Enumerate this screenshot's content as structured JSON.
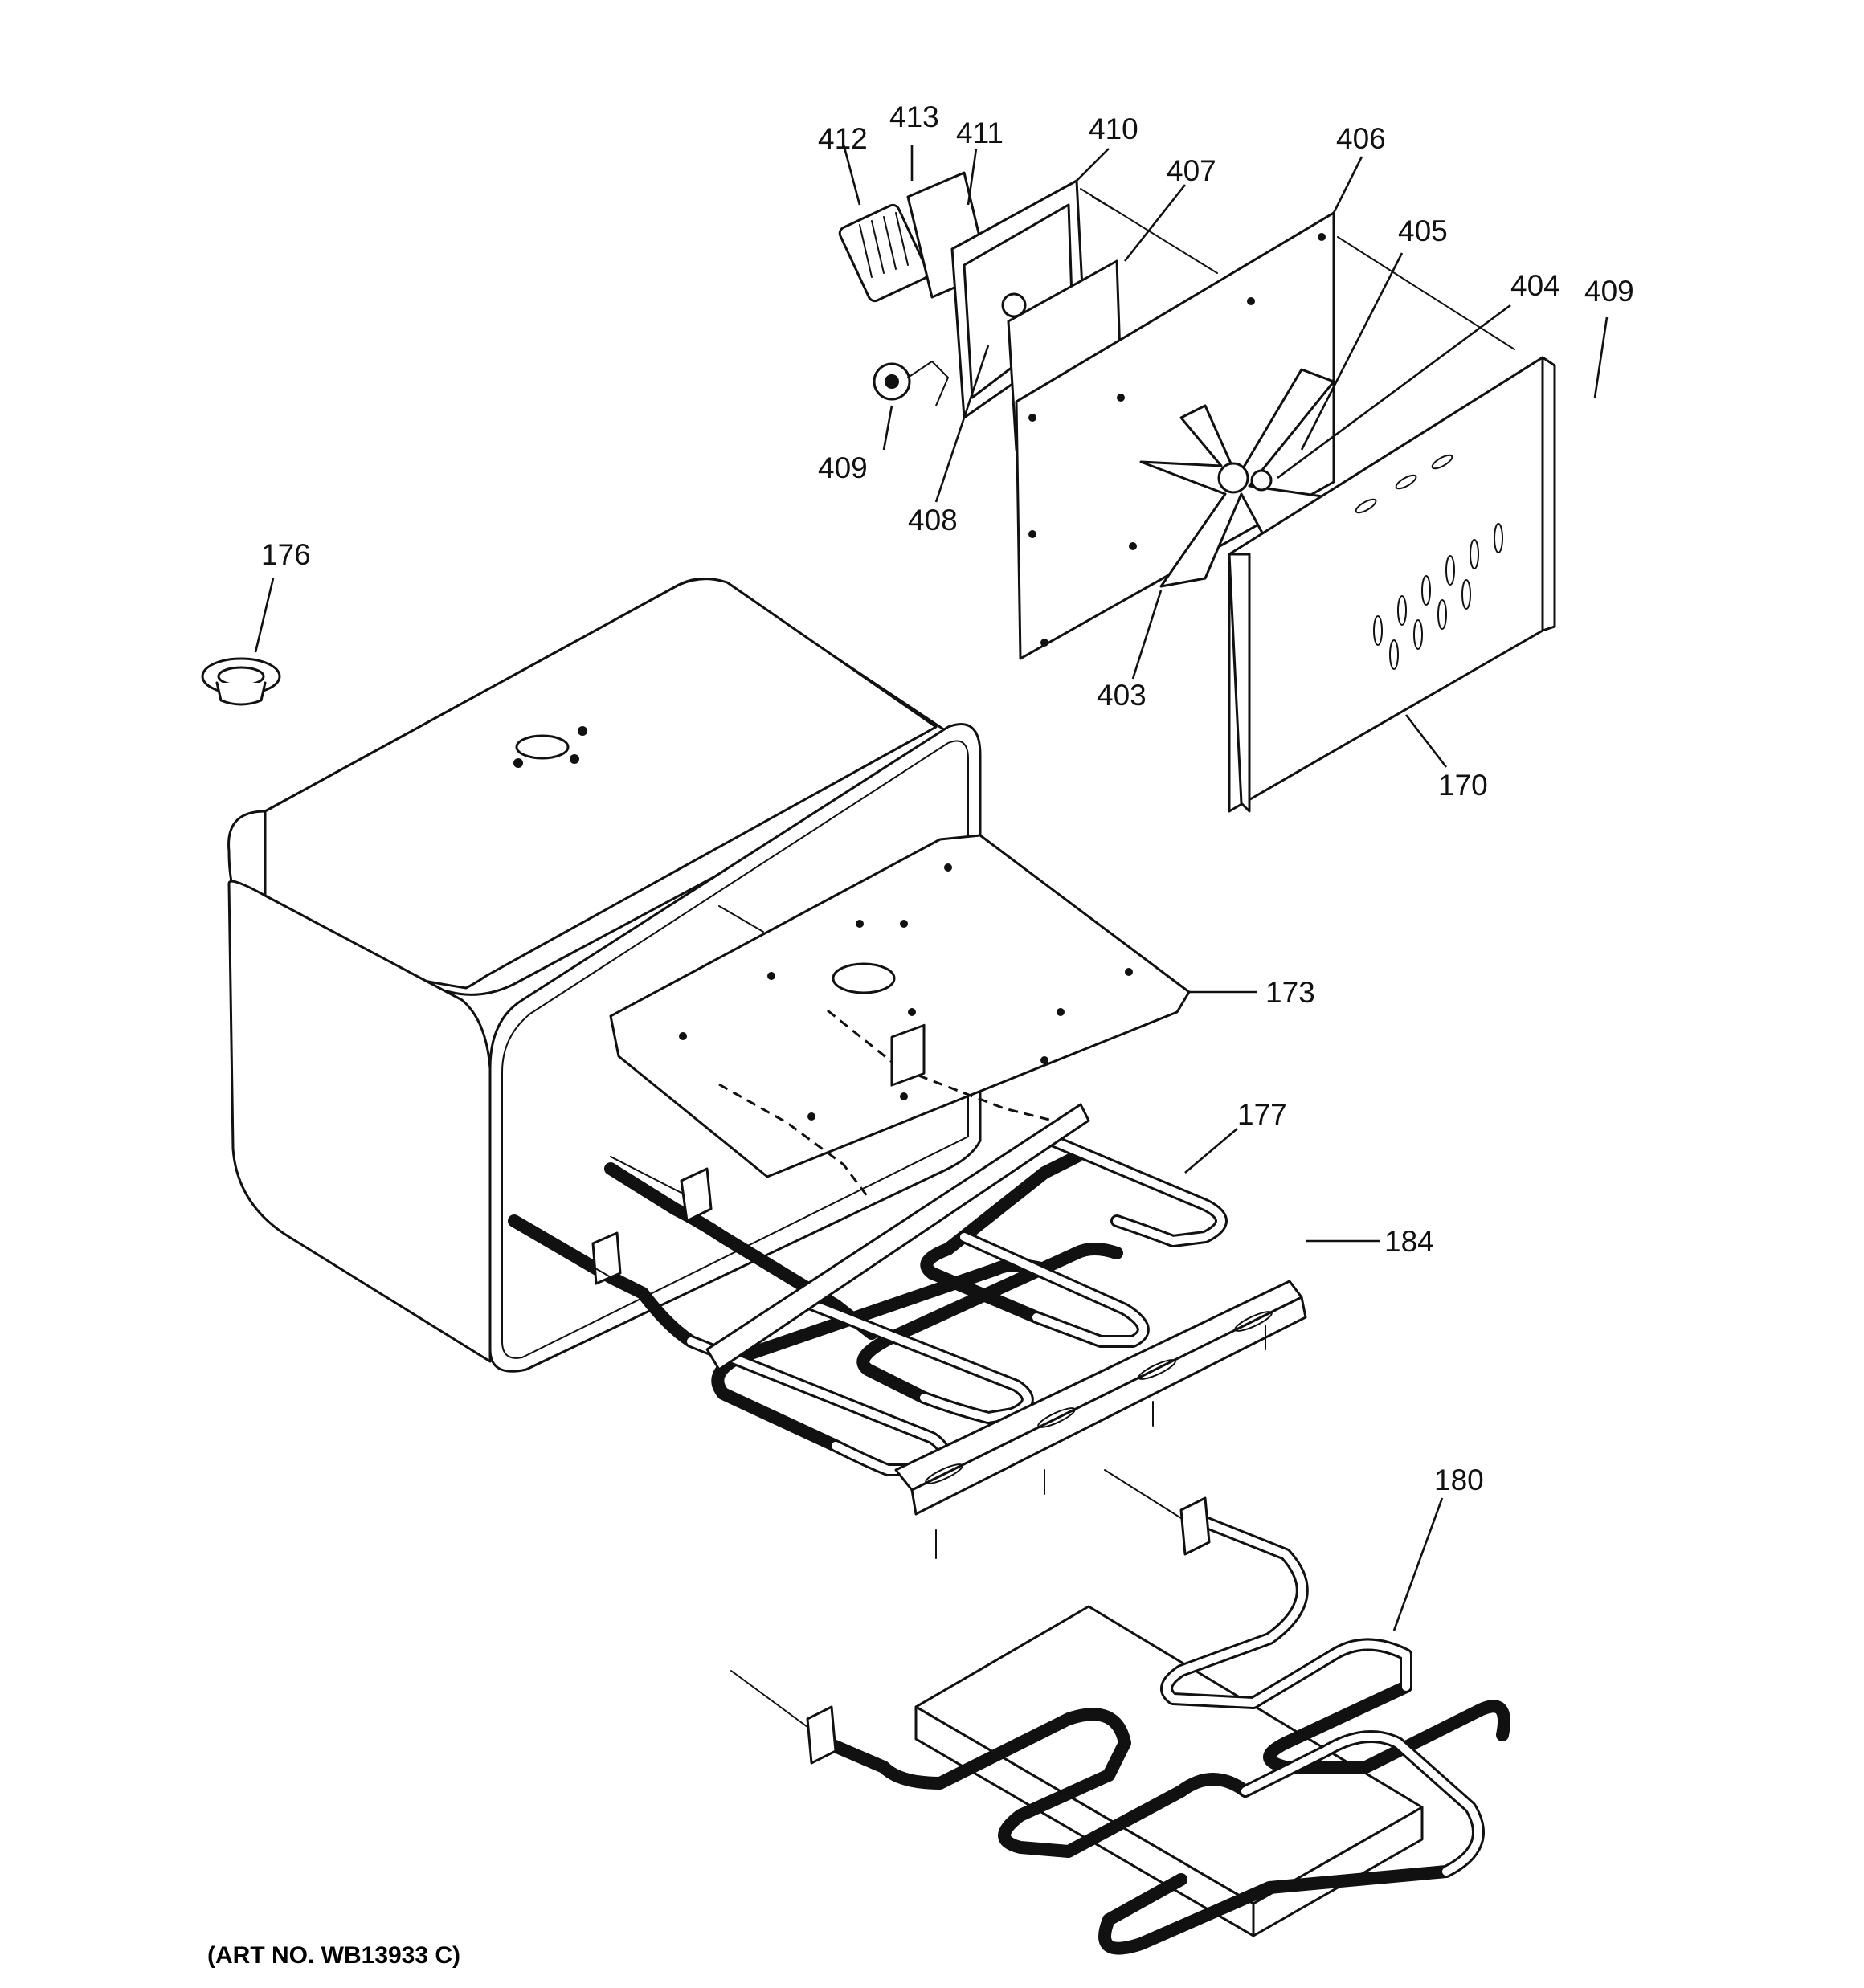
{
  "callouts": {
    "c412": "412",
    "c413": "413",
    "c411": "411",
    "c410": "410",
    "c407": "407",
    "c406": "406",
    "c405": "405",
    "c404": "404",
    "c409a": "409",
    "c409b": "409",
    "c408": "408",
    "c403": "403",
    "c170": "170",
    "c176": "176",
    "c173": "173",
    "c177": "177",
    "c184": "184",
    "c180": "180"
  },
  "art_number": "(ART NO. WB13933 C)"
}
